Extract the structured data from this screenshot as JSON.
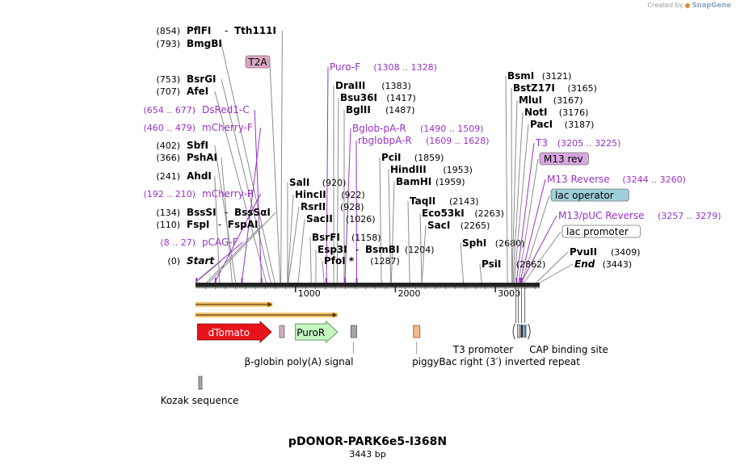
{
  "credit": {
    "prefix": "Created by",
    "brand": "SnapGene"
  },
  "plasmid": {
    "name": "pDONOR-PARK6e5-I368N",
    "length_label": "3443 bp",
    "length": 3443
  },
  "ruler": {
    "ticks": [
      "1000",
      "2000",
      "3000"
    ]
  },
  "colors": {
    "enzyme": "#000000",
    "primer": "#9a31c8",
    "line": "#8c8c8c",
    "primer_line": "#9a31c8",
    "backbone": "#222222"
  },
  "left_labels": [
    {
      "pos": "(854)",
      "name": "PflFI",
      "name2": "Tth111I",
      "site": 854
    },
    {
      "pos": "(793)",
      "name": "BmgBI",
      "site": 793
    },
    {
      "tag": "T2A",
      "site": 847
    },
    {
      "pos": "(753)",
      "name": "BsrGI",
      "site": 753
    },
    {
      "pos": "(707)",
      "name": "AfeI",
      "site": 707
    },
    {
      "primer": "DsRed1-C",
      "range": "(654 .. 677)",
      "site": 660
    },
    {
      "primer": "mCherry-F",
      "range": "(460 .. 479)",
      "site": 465
    },
    {
      "pos": "(402)",
      "name": "SbfI",
      "site": 402
    },
    {
      "pos": "(366)",
      "name": "PshAI",
      "site": 366
    },
    {
      "pos": "(241)",
      "name": "AhdI",
      "site": 241
    },
    {
      "primer": "mCherry-R",
      "range": "(192 .. 210)",
      "site": 200
    },
    {
      "pos": "(134)",
      "name": "BssSI",
      "name2": "BssSαI",
      "site": 134
    },
    {
      "pos": "(110)",
      "name": "FspI",
      "name2": "FspAI",
      "site": 110
    },
    {
      "primer": "pCAG-F",
      "range": "(8 .. 27)",
      "site": 10
    },
    {
      "pos": "(0)",
      "name": "Start",
      "italic": true,
      "site": 0
    }
  ],
  "middle_labels": [
    {
      "primer": "Puro-F",
      "range": "(1308 .. 1328)",
      "site": 1310
    },
    {
      "name": "DraIII",
      "pos": "(1383)",
      "site": 1383
    },
    {
      "name": "Bsu36I",
      "pos": "(1417)",
      "site": 1417
    },
    {
      "name": "BglII",
      "pos": "(1487)",
      "site": 1487
    },
    {
      "primer": "Bglob-pA-R",
      "range": "(1490 .. 1509)",
      "site": 1495
    },
    {
      "primer": "rbglobpA-R",
      "range": "(1609 .. 1628)",
      "site": 1612
    },
    {
      "name": "PciI",
      "pos": "(1859)",
      "site": 1859
    },
    {
      "name": "HindIII",
      "pos": "(1953)",
      "site": 1953
    },
    {
      "name": "BamHI",
      "pos": "(1959)",
      "site": 1959
    },
    {
      "name": "TaqII",
      "pos": "(2143)",
      "site": 2143
    },
    {
      "name": "Eco53kI",
      "pos": "(2263)",
      "site": 2263
    },
    {
      "name": "SacI",
      "pos": "(2265)",
      "site": 2265
    },
    {
      "name": "SphI",
      "pos": "(2680)",
      "site": 2680
    },
    {
      "name": "SalI",
      "pos": "(920)",
      "site": 920
    },
    {
      "name": "HincII",
      "pos": "(922)",
      "site": 922
    },
    {
      "name": "RsrII",
      "pos": "(928)",
      "site": 928
    },
    {
      "name": "SacII",
      "pos": "(1026)",
      "site": 1026
    },
    {
      "name": "BsrFI",
      "pos": "(1158)",
      "site": 1158
    },
    {
      "name": "Esp3I",
      "name2": "BsmBI",
      "pos": "(1204)",
      "site": 1204
    },
    {
      "name": "PfoI *",
      "pos": "(1287)",
      "site": 1287
    }
  ],
  "right_labels": [
    {
      "name": "BsmI",
      "pos": "(3121)",
      "site": 3121
    },
    {
      "name": "BstZ17I",
      "pos": "(3165)",
      "site": 3165
    },
    {
      "name": "MluI",
      "pos": "(3167)",
      "site": 3167
    },
    {
      "name": "NotI",
      "pos": "(3176)",
      "site": 3176
    },
    {
      "name": "PacI",
      "pos": "(3187)",
      "site": 3187
    },
    {
      "primer": "T3",
      "range": "(3205 .. 3225)",
      "site": 3210
    },
    {
      "tag": "M13 rev",
      "site": 3230
    },
    {
      "primer": "M13 Reverse",
      "range": "(3244 .. 3260)",
      "site": 3248
    },
    {
      "tag": "lac operator",
      "site": 3262
    },
    {
      "primer": "M13/pUC Reverse",
      "range": "(3257 .. 3279)",
      "site": 3265
    },
    {
      "tag": "lac promoter",
      "site": 3285
    },
    {
      "name": "PvuII",
      "pos": "(3409)",
      "site": 3409
    },
    {
      "name": "PsiI",
      "pos": "(2862)",
      "site": 2862
    },
    {
      "name": "End",
      "italic": true,
      "pos": "(3443)",
      "site": 3443
    }
  ],
  "features": [
    {
      "label": "dTomato",
      "color": "#e8131b",
      "text_color": "#ffffff",
      "type": "arrow",
      "start": 20,
      "end": 760
    },
    {
      "label": "PuroR",
      "color": "#c6f7c0",
      "text_color": "#000000",
      "type": "arrow",
      "start": 1000,
      "end": 1420
    },
    {
      "label": "β-globin poly(A) signal",
      "color": "#a6a6a6",
      "type": "box",
      "start": 1555,
      "end": 1610
    },
    {
      "label": "piggyBac right (3′) inverted repeat",
      "color": "#f2b98a",
      "type": "box",
      "start": 2180,
      "end": 2240
    },
    {
      "label": "T3 promoter",
      "color": "#cccccc",
      "type": "box",
      "start": 3205,
      "end": 3225
    },
    {
      "label": "CAP binding site",
      "color": "#4a73a8",
      "type": "box",
      "start": 3270,
      "end": 3300
    },
    {
      "label": "Kozak sequence",
      "color": "#a6a6a6",
      "type": "box",
      "start": 40,
      "end": 50
    }
  ]
}
